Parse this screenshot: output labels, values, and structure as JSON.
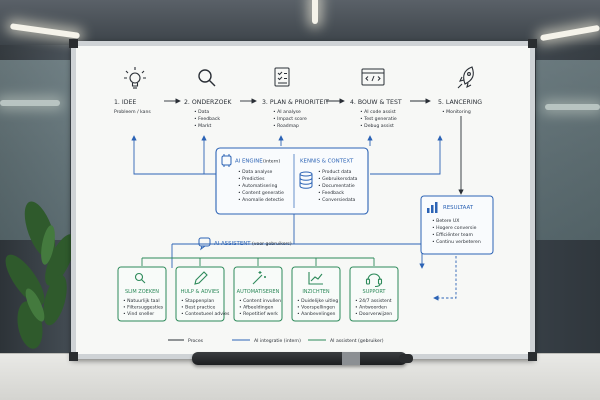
{
  "steps": [
    {
      "label": "1. IDEE",
      "items": [
        "Probleem / kans"
      ],
      "icon": "lightbulb-icon"
    },
    {
      "label": "2. ONDERZOEK",
      "items": [
        "• Data",
        "• Feedback",
        "• Markt"
      ],
      "icon": "magnifier-icon"
    },
    {
      "label": "3. PLAN & PRIORITEIT",
      "items": [
        "• AI analyse",
        "• Impact score",
        "• Roadmap"
      ],
      "icon": "checklist-icon"
    },
    {
      "label": "4. BOUW & TEST",
      "items": [
        "• AI code assist",
        "• Test generatie",
        "• Debug assist"
      ],
      "icon": "code-window-icon"
    },
    {
      "label": "5. LANCERING",
      "items": [
        "• Monitoring"
      ],
      "icon": "rocket-icon"
    }
  ],
  "engine": {
    "title": "AI ENGINE",
    "subtitle": "(intern)",
    "items": [
      "• Data analyse",
      "• Predicties",
      "• Automatisering",
      "• Content generatie",
      "• Anomalie detectie"
    ]
  },
  "kennis": {
    "title": "KENNIS & CONTEXT",
    "items": [
      "• Product data",
      "• Gebruikersdata",
      "• Documentatie",
      "• Feedback",
      "• Conversiedata"
    ]
  },
  "resultaat": {
    "title": "RESULTAAT",
    "items": [
      "• Betere UX",
      "• Hogere conversie",
      "• Efficiënter team",
      "• Continu verbeteren"
    ]
  },
  "assistent": {
    "title": "AI ASSISTENT",
    "subtitle": "(voor gebruikers)"
  },
  "features": [
    {
      "title": "SLIM ZOEKEN",
      "items": [
        "• Natuurlijk taal",
        "• Filtersuggesties",
        "• Vind sneller"
      ],
      "icon": "search-icon"
    },
    {
      "title": "HULP & ADVIES",
      "items": [
        "• Stappenplan",
        "• Best practice",
        "• Contextueel advies"
      ],
      "icon": "pencil-icon"
    },
    {
      "title": "AUTOMATISEREN",
      "items": [
        "• Content invullen",
        "• Afbeeldingen",
        "• Repetitief werk"
      ],
      "icon": "magic-wand-icon"
    },
    {
      "title": "INZICHTEN",
      "items": [
        "• Duidelijke uitleg",
        "• Voorspellingen",
        "• Aanbevelingen"
      ],
      "icon": "trend-chart-icon"
    },
    {
      "title": "SUPPORT",
      "items": [
        "• 24/7 assistent",
        "• Antwoorden",
        "• Doorverwijzen"
      ],
      "icon": "headset-icon"
    }
  ],
  "legend": [
    {
      "label": "Proces",
      "color": "#2a2f36"
    },
    {
      "label": "AI integratie (intern)",
      "color": "#2c63b5"
    },
    {
      "label": "AI assistent (gebruiker)",
      "color": "#2d8a5a"
    }
  ],
  "colors": {
    "ink": "#2a2f36",
    "blue": "#2c63b5",
    "green": "#2d8a5a"
  }
}
